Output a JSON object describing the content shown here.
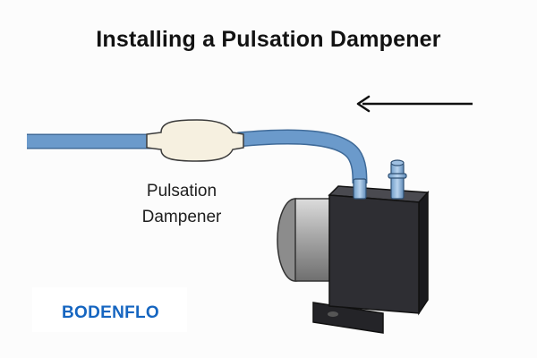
{
  "diagram": {
    "title": "Installing a Pulsation Dampener",
    "component_label_line1": "Pulsation",
    "component_label_line2": "Dampener",
    "flow_direction": "left",
    "colors": {
      "tubing": "#6b9acb",
      "dampener": "#f6f0e0",
      "pump_housing": "#2a2a2e",
      "motor": "#b3b3b3"
    }
  },
  "brand": {
    "name": "BODENFLO",
    "logo_icon": "cube-logo-icon",
    "color": "#1565c0"
  }
}
